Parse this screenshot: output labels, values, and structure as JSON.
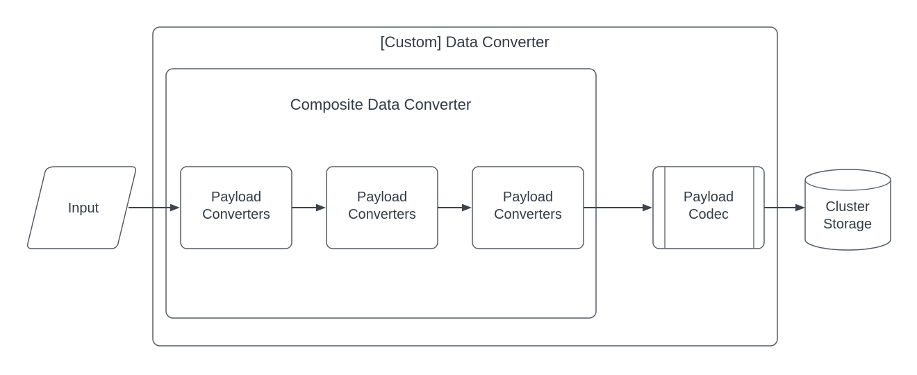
{
  "diagram": {
    "type": "flowchart",
    "outer_container": {
      "label": "[Custom] Data Converter",
      "shape": "rounded-rectangle"
    },
    "inner_container": {
      "label": "Composite Data Converter",
      "shape": "rounded-rectangle"
    },
    "nodes": {
      "input": {
        "label": "Input",
        "shape": "parallelogram"
      },
      "payload_converter_1": {
        "line1": "Payload",
        "line2": "Converters",
        "shape": "rounded-rectangle"
      },
      "payload_converter_2": {
        "line1": "Payload",
        "line2": "Converters",
        "shape": "rounded-rectangle"
      },
      "payload_converter_3": {
        "line1": "Payload",
        "line2": "Converters",
        "shape": "rounded-rectangle"
      },
      "payload_codec": {
        "line1": "Payload",
        "line2": "Codec",
        "shape": "predefined-process"
      },
      "cluster_storage": {
        "line1": "Cluster",
        "line2": "Storage",
        "shape": "cylinder"
      }
    },
    "edges": [
      {
        "from": "input",
        "to": "payload_converter_1"
      },
      {
        "from": "payload_converter_1",
        "to": "payload_converter_2"
      },
      {
        "from": "payload_converter_2",
        "to": "payload_converter_3"
      },
      {
        "from": "payload_converter_3",
        "to": "payload_codec"
      },
      {
        "from": "payload_codec",
        "to": "cluster_storage"
      }
    ],
    "colors": {
      "background": "#ffffff",
      "shape_stroke": "#565d66",
      "arrow": "#3c434d",
      "text": "#333b46"
    }
  }
}
